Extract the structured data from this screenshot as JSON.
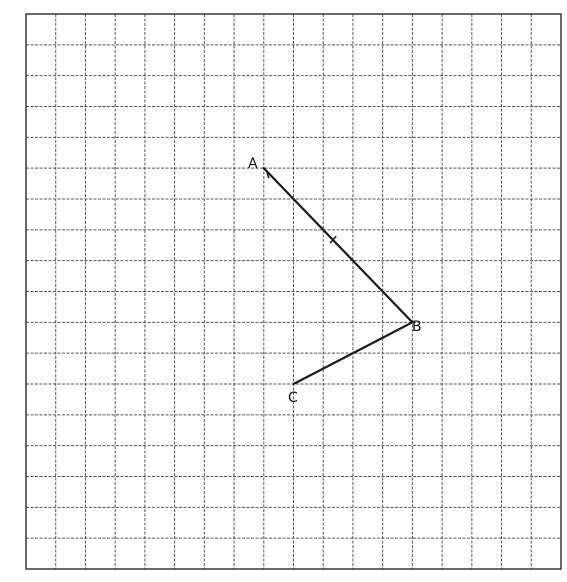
{
  "grid": {
    "columns": 18,
    "rows": 18
  },
  "points": [
    {
      "id": "A",
      "label": "A",
      "col": 8,
      "row": 5
    },
    {
      "id": "B",
      "label": "B",
      "col": 13,
      "row": 10
    },
    {
      "id": "C",
      "label": "C",
      "col": 9,
      "row": 12
    }
  ],
  "segments": [
    {
      "from": "A",
      "to": "B"
    },
    {
      "from": "B",
      "to": "C"
    }
  ],
  "colors": {
    "ink": "#1a1a1a",
    "grid": "#3a3a3a",
    "paper": "#ffffff"
  }
}
